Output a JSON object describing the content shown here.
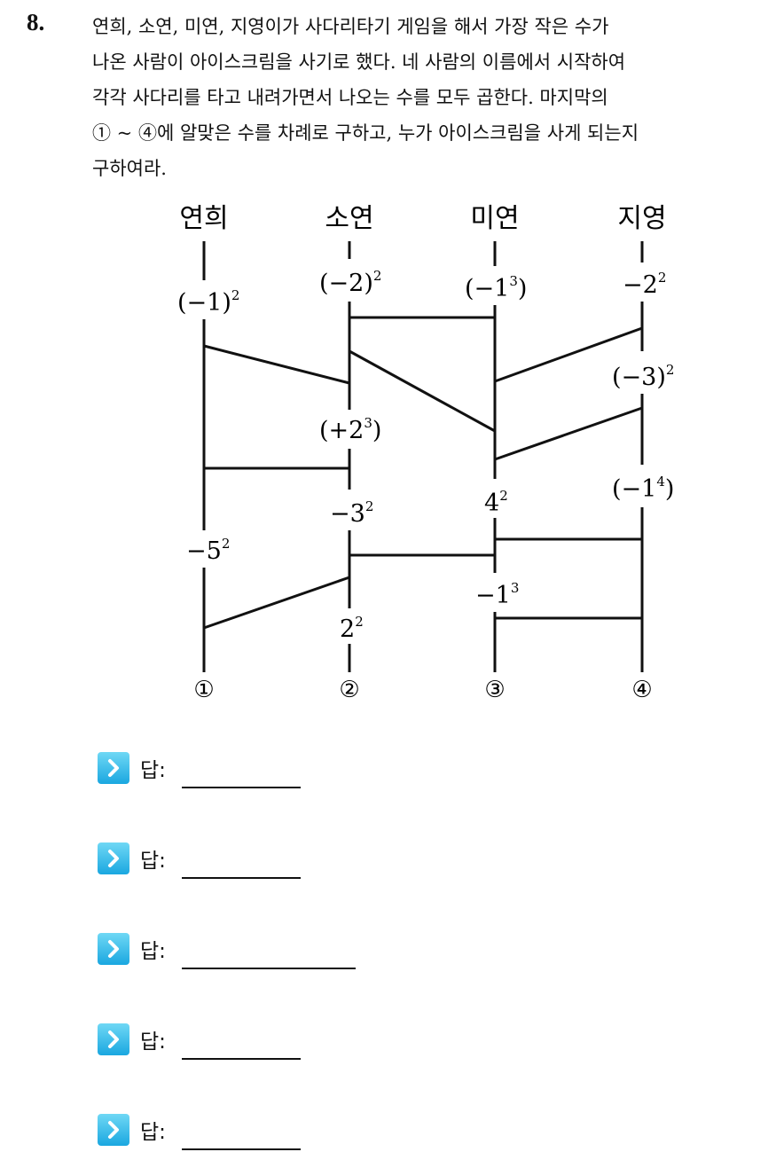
{
  "question": {
    "number": "8.",
    "lines": [
      "연희, 소연, 미연, 지영이가 사다리타기 게임을 해서 가장 작은 수가",
      "나온 사람이 아이스크림을 사기로 했다. 네 사람의 이름에서 시작하여",
      "각각 사다리를 타고 내려가면서 나오는 수를 모두 곱한다. 마지막의",
      "① ~ ④에 알맞은 수를 차례로 구하고, 누가 아이스크림을 사게 되는지",
      "구하여라."
    ]
  },
  "ladder": {
    "names": [
      "연희",
      "소연",
      "미연",
      "지영"
    ],
    "ends": [
      "①",
      "②",
      "③",
      "④"
    ],
    "expressions": [
      {
        "base": "(−1)",
        "exp": "2"
      },
      {
        "base": "−5",
        "exp": "2"
      },
      {
        "base": "(−2)",
        "exp": "2"
      },
      {
        "base": "(+2",
        "exp": "3",
        "tail": ")"
      },
      {
        "base": "−3",
        "exp": "2"
      },
      {
        "base": "2",
        "exp": "2"
      },
      {
        "base": "(−1",
        "exp": "3",
        "tail": ")"
      },
      {
        "base": "4",
        "exp": "2"
      },
      {
        "base": "−1",
        "exp": "3"
      },
      {
        "base": "−2",
        "exp": "2"
      },
      {
        "base": "(−3)",
        "exp": "2"
      },
      {
        "base": "(−1",
        "exp": "4",
        "tail": ")"
      }
    ]
  },
  "answers": [
    {
      "icon": "chevron-right-icon",
      "label": "답:"
    },
    {
      "icon": "chevron-right-icon",
      "label": "답:"
    },
    {
      "icon": "chevron-right-icon",
      "label": "답:"
    },
    {
      "icon": "chevron-right-icon",
      "label": "답:"
    },
    {
      "icon": "chevron-right-icon",
      "label": "답:"
    }
  ]
}
